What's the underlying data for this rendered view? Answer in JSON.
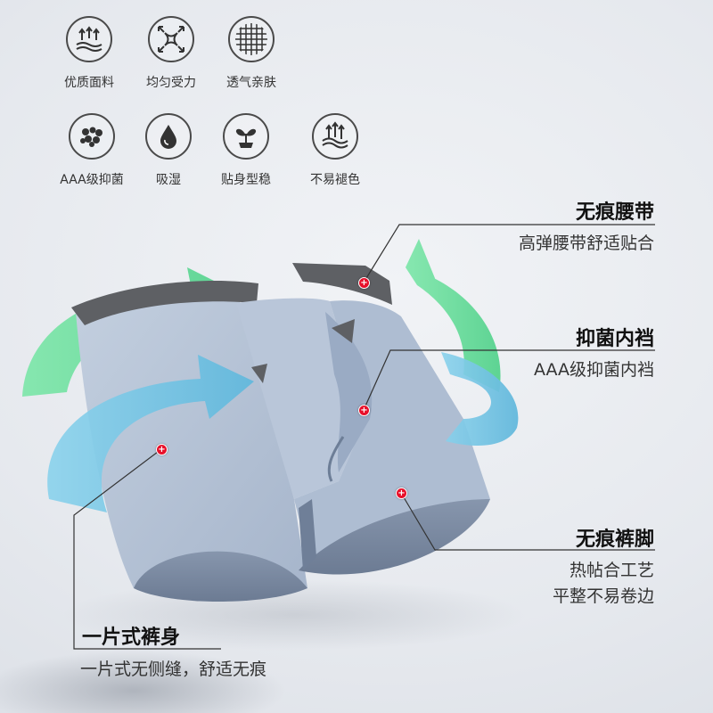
{
  "features": [
    {
      "label": "优质面料",
      "icon": "fabric-arrows-icon"
    },
    {
      "label": "均匀受力",
      "icon": "force-balance-icon"
    },
    {
      "label": "透气亲肤",
      "icon": "mesh-grid-icon"
    },
    {
      "label": "AAA级抑菌",
      "icon": "bacteria-icon"
    },
    {
      "label": "吸湿",
      "icon": "water-drop-icon"
    },
    {
      "label": "贴身型稳",
      "icon": "sprout-icon"
    },
    {
      "label": "不易褪色",
      "icon": "color-lock-icon"
    }
  ],
  "callouts": {
    "waistband": {
      "title": "无痕腰带",
      "sub": "高弹腰带舒适贴合"
    },
    "crotch": {
      "title": "抑菌内裆",
      "sub": "AAA级抑菌内裆"
    },
    "legs": {
      "title": "无痕裤脚",
      "sub1": "热帖合工艺",
      "sub2": "平整不易卷边"
    },
    "body": {
      "title": "一片式裤身",
      "sub": "一片式无侧缝，舒适无痕"
    }
  },
  "colors": {
    "fabric": "#b4c2d6",
    "waistband": "#5e6064",
    "arrow_green": "#6fe0a0",
    "arrow_blue": "#7cc6e4",
    "dot_red": "#e8102a"
  }
}
